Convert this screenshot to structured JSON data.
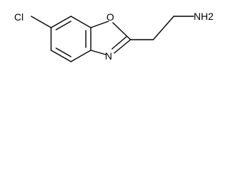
{
  "molecule": {
    "atoms": {
      "chlorine": "Cl",
      "ring_oxygen": "O",
      "ring_nitrogen": "N",
      "amine": "NH2"
    }
  },
  "colors": {
    "line": "#000000",
    "background": "#ffffff"
  }
}
